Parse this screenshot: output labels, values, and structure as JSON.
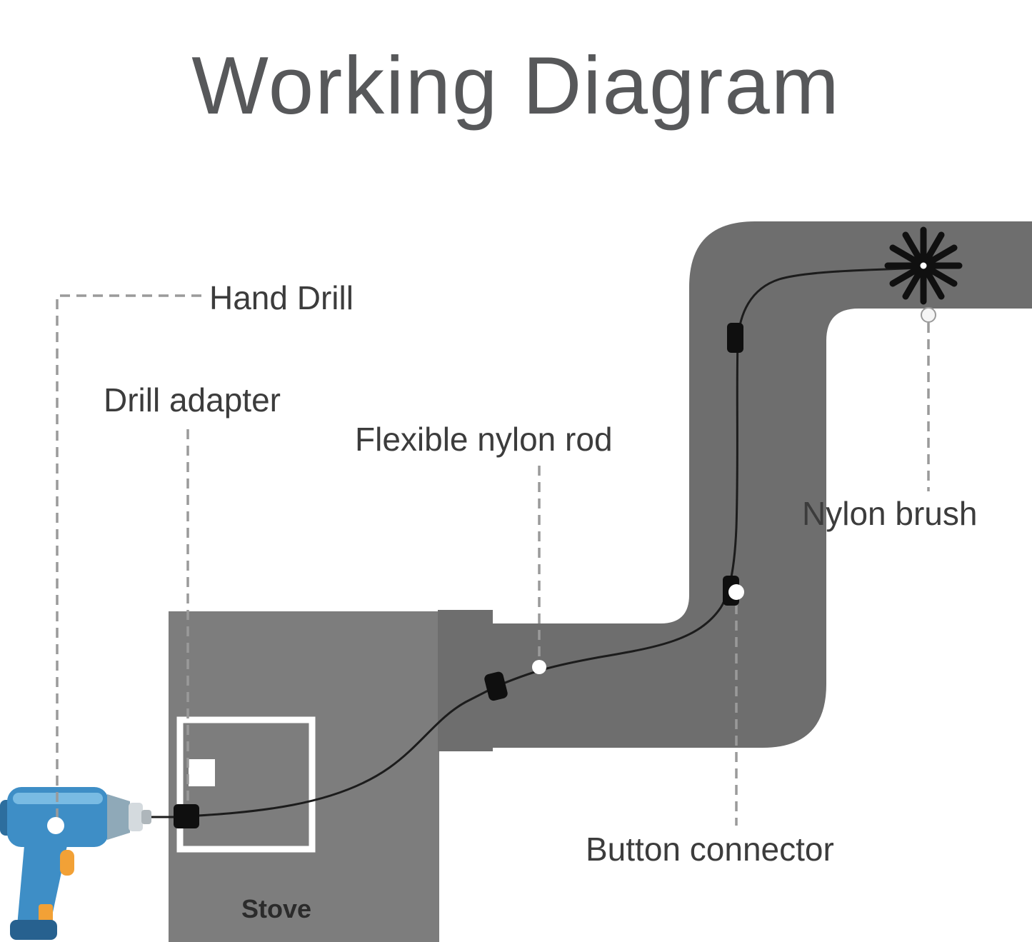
{
  "title": "Working Diagram",
  "labels": {
    "hand_drill": "Hand Drill",
    "drill_adapter": "Drill adapter",
    "flexible_nylon_rod": "Flexible nylon rod",
    "nylon_brush": "Nylon brush",
    "button_connector": "Button connector",
    "stove": "Stove"
  },
  "icons": {
    "brush": "nylon-brush-starburst-icon",
    "drill": "hand-drill-icon"
  },
  "colors": {
    "title_text": "#57585a",
    "label_text": "#3c3c3c",
    "duct": "#6e6e6e",
    "stove": "#7d7d7d",
    "leader_line": "#9a9a9a",
    "rod": "#1c1c1c",
    "connector": "#0f0f0f",
    "brush": "#101010",
    "dot": "#ffffff",
    "drill_body": "#3e8ec6",
    "drill_trigger": "#f2a136",
    "background": "#ffffff"
  }
}
